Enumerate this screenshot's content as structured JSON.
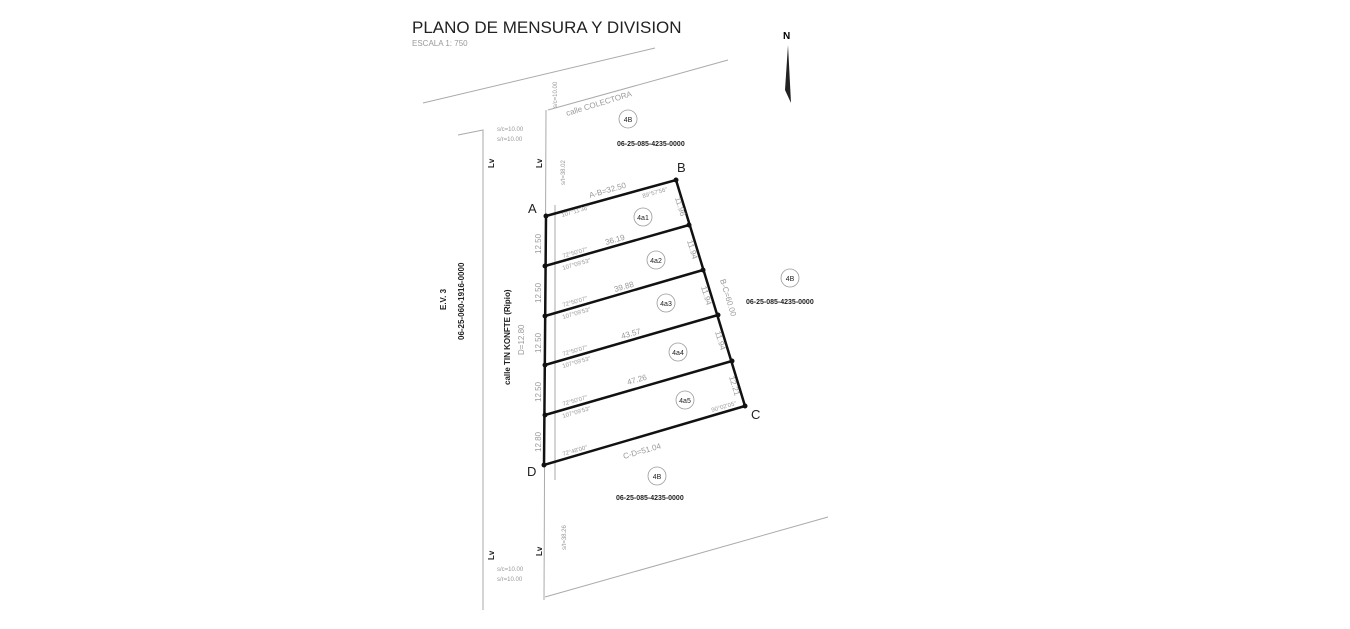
{
  "title": "PLANO DE MENSURA Y DIVISION",
  "scale": "ESCALA 1: 750",
  "north": "N",
  "streets": {
    "top": "calle COLECTORA",
    "left": "calle TIN KONFTE (Ripio)",
    "left_width": "D=12.80",
    "ev": "E.V. 3",
    "ev_parcel": "06-25-060-1916-0000"
  },
  "vertices": [
    "A",
    "B",
    "C",
    "D"
  ],
  "neighbors": [
    {
      "label": "4B",
      "parcel": "06-25-085-4235-0000"
    },
    {
      "label": "4B",
      "parcel": "06-25-085-4235-0000"
    },
    {
      "label": "4B",
      "parcel": "06-25-085-4235-0000"
    }
  ],
  "lots": [
    "4a1",
    "4a2",
    "4a3",
    "4a4",
    "4a5"
  ],
  "dimensions": {
    "ab": "A-B=32.50",
    "bc": "B-C=60.00",
    "cd": "C-D=51.04",
    "lot_lines": [
      "36.19",
      "39.88",
      "43.57",
      "47.26"
    ],
    "left": [
      "12.50",
      "12.50",
      "12.50",
      "12.50",
      "12.80"
    ],
    "right": [
      "11.96",
      "11.94",
      "11.94",
      "11.94",
      "12.21"
    ]
  },
  "angles": {
    "a": "107°11'36\"",
    "b": "89°57'56\"",
    "c": "90°02'05\"",
    "d": "72°48'00\"",
    "inner": [
      "72°50'07\"",
      "107°09'53\""
    ]
  },
  "misc": {
    "lv": "Lv",
    "sv_top": [
      "s/c=10.00",
      "s/r=10.00"
    ],
    "sv_bottom": [
      "s/c=10.00",
      "s/r=10.00"
    ],
    "offset_top": "s/c=10.00",
    "offset_mid": "s/t=38.02",
    "offset_bottom": "s/t=38.26"
  }
}
